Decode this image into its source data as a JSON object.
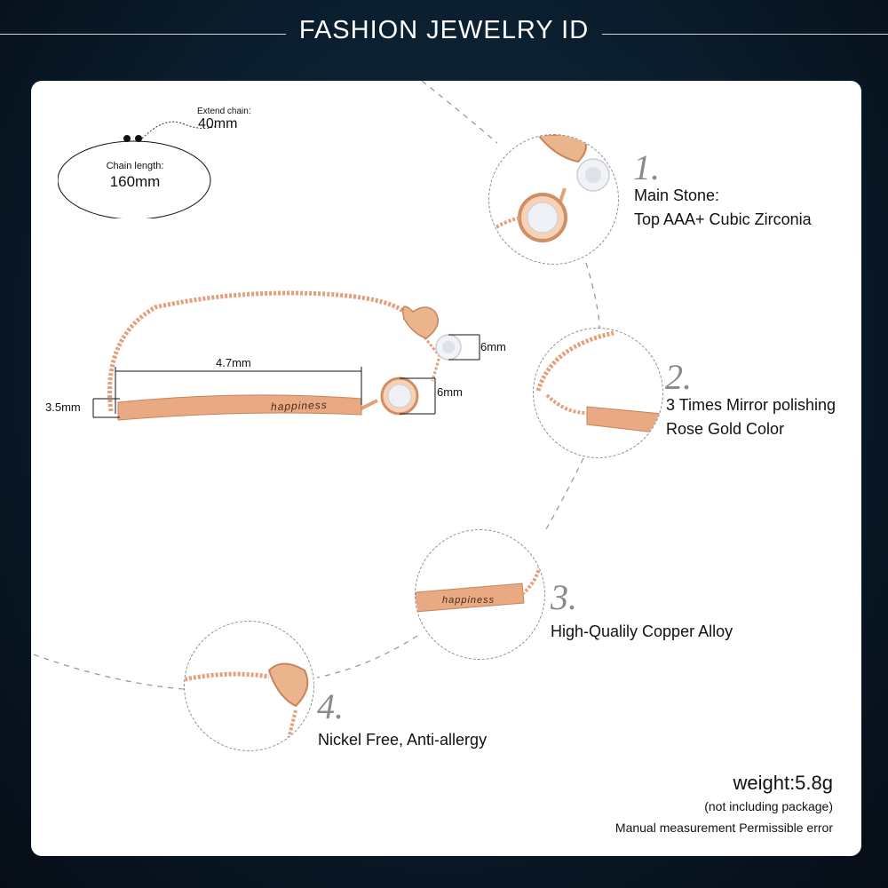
{
  "header": {
    "title": "FASHION JEWELRY ID"
  },
  "chain": {
    "extend_label": "Extend chain:",
    "extend_value": "40mm",
    "length_label": "Chain length:",
    "length_value": "160mm"
  },
  "dimensions": {
    "bar_length": "4.7mm",
    "bar_height": "3.5mm",
    "stone_top": "6mm",
    "stone_main": "6mm"
  },
  "engraving": "happiness",
  "features": [
    {
      "number": "1.",
      "lines": [
        "Main Stone:",
        "Top AAA+ Cubic Zirconia"
      ]
    },
    {
      "number": "2.",
      "lines": [
        "3 Times Mirror polishing",
        "Rose Gold Color"
      ]
    },
    {
      "number": "3.",
      "lines": [
        "High-Qualily Copper Alloy"
      ]
    },
    {
      "number": "4.",
      "lines": [
        "Nickel Free, Anti-allergy"
      ]
    }
  ],
  "weight": {
    "value": "weight:5.8g",
    "note": "(not including package)",
    "disclaimer": "Manual measurement Permissible error"
  },
  "colors": {
    "background": "#0b1f30",
    "panel": "#ffffff",
    "rose_gold": "#e3a07a",
    "number_gray": "#8a8a8a"
  }
}
